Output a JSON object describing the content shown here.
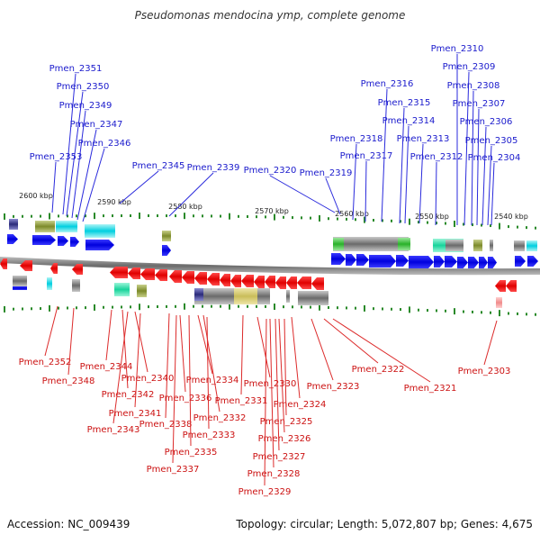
{
  "title": "Pseudomonas mendocina ymp, complete genome",
  "accession": "Accession: NC_009439",
  "topology": "Topology: circular; Length: 5,072,807 bp; Genes: 4,675",
  "colors": {
    "top_label": "#1a1acc",
    "bottom_label": "#cc1111",
    "forward_gene": "#0a0ae0",
    "reverse_gene": "#e81010",
    "axis": "#777777",
    "tick": "#2a8a2a"
  },
  "kbp_ticks": [
    "2600 kbp",
    "2590 kbp",
    "2580 kbp",
    "2570 kbp",
    "2560 kbp",
    "2550 kbp",
    "2540 kbp"
  ],
  "top_labels": [
    "Pmen_2351",
    "Pmen_2350",
    "Pmen_2349",
    "Pmen_2347",
    "Pmen_2346",
    "Pmen_2353",
    "Pmen_2345",
    "Pmen_2339",
    "Pmen_2320",
    "Pmen_2319",
    "Pmen_2318",
    "Pmen_2317",
    "Pmen_2316",
    "Pmen_2315",
    "Pmen_2314",
    "Pmen_2313",
    "Pmen_2312",
    "Pmen_2310",
    "Pmen_2309",
    "Pmen_2308",
    "Pmen_2307",
    "Pmen_2306",
    "Pmen_2305",
    "Pmen_2304"
  ],
  "bottom_labels": [
    "Pmen_2352",
    "Pmen_2348",
    "Pmen_2344",
    "Pmen_2342",
    "Pmen_2340",
    "Pmen_2341",
    "Pmen_2343",
    "Pmen_2338",
    "Pmen_2336",
    "Pmen_2334",
    "Pmen_2332",
    "Pmen_2333",
    "Pmen_2335",
    "Pmen_2337",
    "Pmen_2331",
    "Pmen_2330",
    "Pmen_2324",
    "Pmen_2325",
    "Pmen_2326",
    "Pmen_2327",
    "Pmen_2328",
    "Pmen_2329",
    "Pmen_2323",
    "Pmen_2322",
    "Pmen_2321",
    "Pmen_2303"
  ]
}
